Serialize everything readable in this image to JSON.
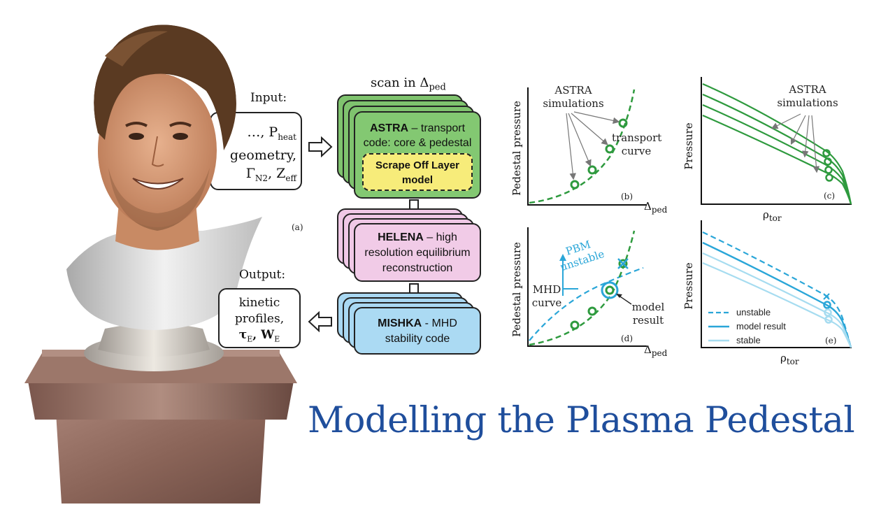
{
  "title": "Modelling the Plasma Pedestal",
  "diagram": {
    "input_label": "Input:",
    "input_lines": [
      "…, P",
      "heat",
      "geometry,",
      "Γ",
      "N2",
      "Z",
      "eff"
    ],
    "output_label": "Output:",
    "output_lines": [
      "kinetic",
      "profiles,",
      "τ",
      "E",
      "W",
      "E"
    ],
    "panel_a": "(a)",
    "scan_label": "scan in Δ",
    "scan_sub": "ped",
    "astra": {
      "name": "ASTRA",
      "desc1": " – transport",
      "desc2": "code: core & pedestal",
      "sol1": "Scrape Off Layer",
      "sol2": "model"
    },
    "helena": {
      "name": "HELENA",
      "desc1": " – high",
      "desc2": "resolution equilibrium",
      "desc3": "reconstruction"
    },
    "mishka": {
      "name": "MISHKA",
      "desc1": " - MHD",
      "desc2": "stability code"
    }
  },
  "plots": {
    "b": {
      "ylabel": "Pedestal pressure",
      "xlabel": "Δ",
      "xsub": "ped",
      "panel": "(b)",
      "anno1": "ASTRA",
      "anno2": "simulations",
      "anno3": "transport",
      "anno4": "curve"
    },
    "c": {
      "ylabel": "Pressure",
      "xlabel": "ρ",
      "xsub": "tor",
      "panel": "(c)",
      "anno1": "ASTRA",
      "anno2": "simulations"
    },
    "d": {
      "ylabel": "Pedestal pressure",
      "xlabel": "Δ",
      "xsub": "ped",
      "panel": "(d)",
      "pbm1": "PBM",
      "pbm2": "unstable",
      "mhd1": "MHD",
      "mhd2": "curve",
      "model1": "model",
      "model2": "result"
    },
    "e": {
      "ylabel": "Pressure",
      "xlabel": "ρ",
      "xsub": "tor",
      "panel": "(e)",
      "legend": [
        "unstable",
        "model result",
        "stable"
      ]
    }
  },
  "colors": {
    "green": "#2e9a3e",
    "pink": "#f0c8e6",
    "blue": "#a9d8f2",
    "yellow": "#f7ec7a",
    "title": "#1f4e9c",
    "cyan": "#2aa6d8"
  }
}
